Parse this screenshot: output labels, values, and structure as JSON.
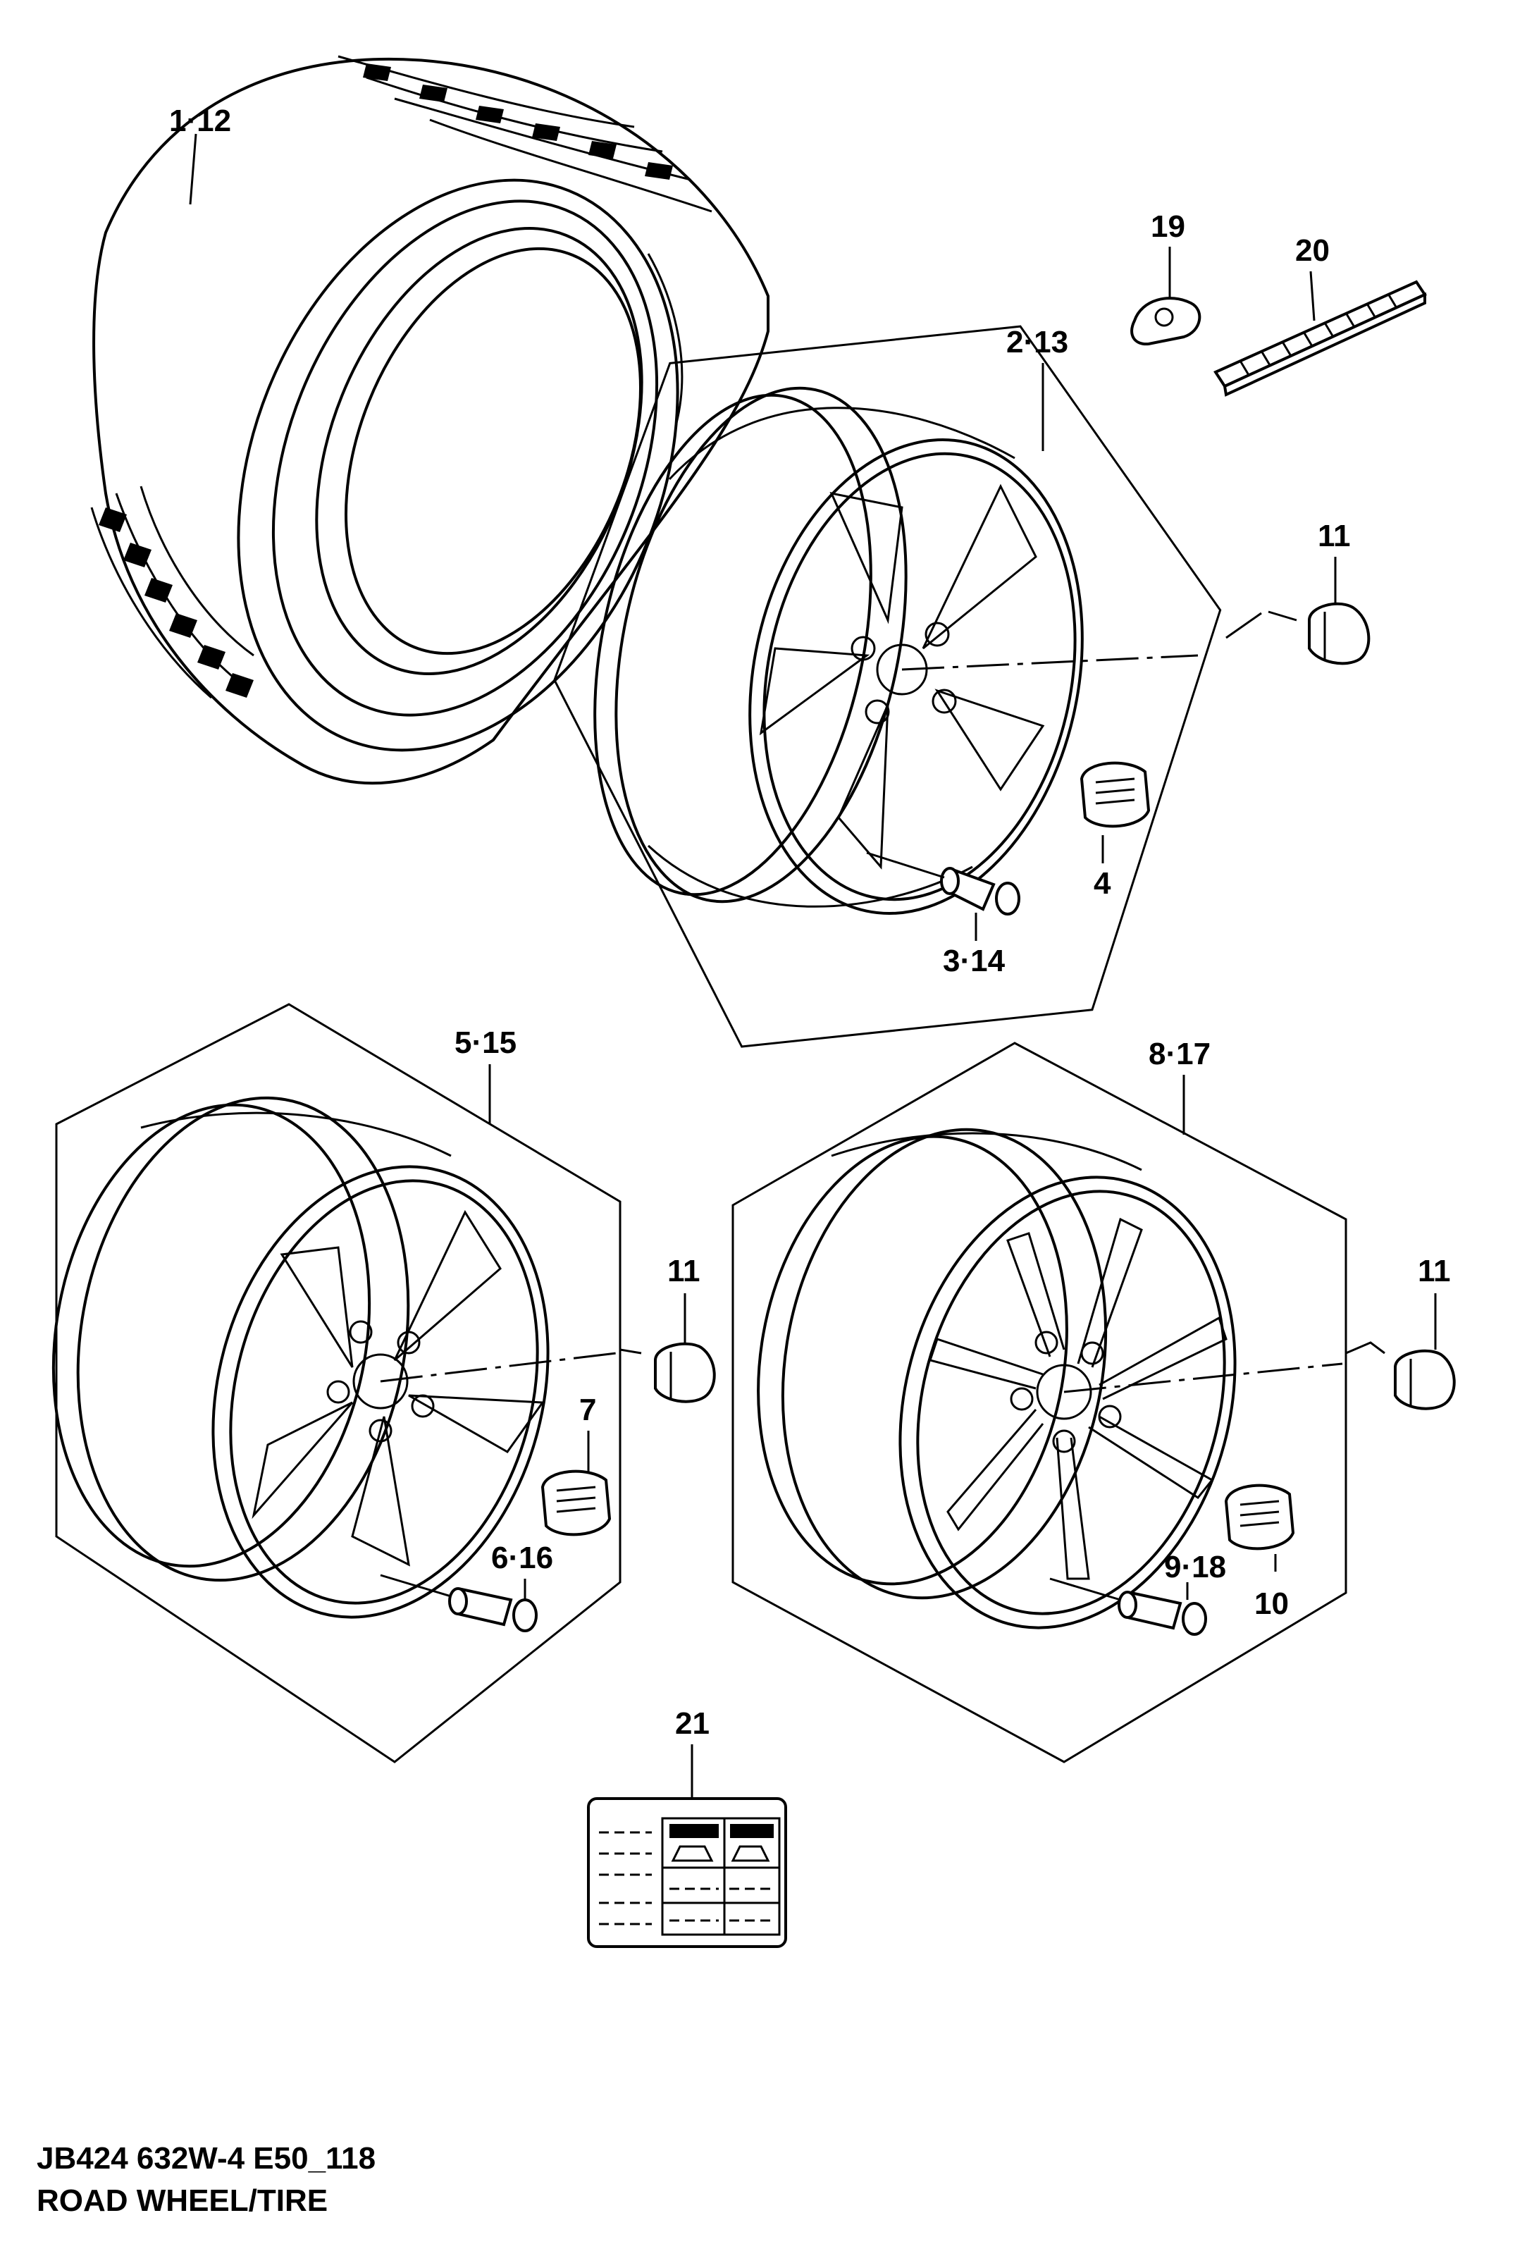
{
  "diagram": {
    "callouts": {
      "tire": "1·12",
      "wheel_a": "2·13",
      "valve_a": "3·14",
      "center_cap_a": "4",
      "wheel_b": "5·15",
      "valve_b": "6·16",
      "center_cap_b": "7",
      "wheel_c": "8·17",
      "valve_c": "9·18",
      "center_cap_c": "10",
      "nut_a": "11",
      "nut_b": "11",
      "nut_c": "11",
      "tpms_sensor": "19",
      "balance_weight": "20",
      "tire_label": "21"
    }
  },
  "footer": {
    "code": "JB424 632W-4 E50_118",
    "title": "ROAD WHEEL/TIRE"
  }
}
